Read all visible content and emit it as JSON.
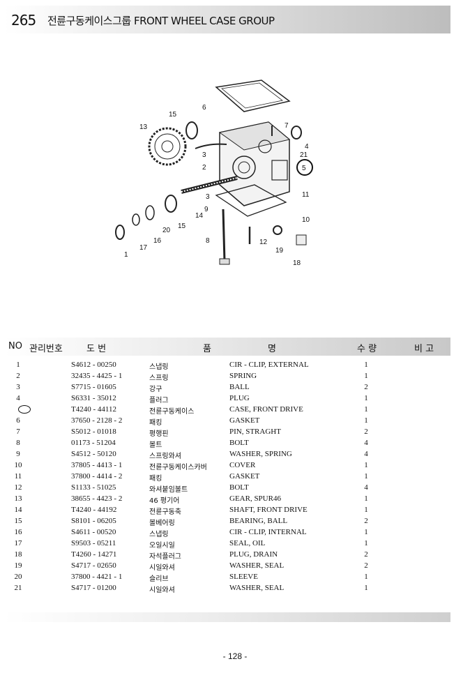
{
  "header": {
    "page_number": "265",
    "title": "전륜구동케이스그룹  FRONT WHEEL CASE GROUP"
  },
  "diagram": {
    "callouts": [
      "1",
      "2",
      "3",
      "4",
      "5",
      "6",
      "7",
      "8",
      "9",
      "10",
      "11",
      "12",
      "13",
      "14",
      "15",
      "16",
      "17",
      "18",
      "19",
      "20",
      "21"
    ]
  },
  "table": {
    "headers": {
      "no": "NO",
      "mgmt": "관리번호",
      "drawing": "도    번",
      "name1": "품",
      "name2": "명",
      "qty": "수 량",
      "note": "비 고"
    },
    "rows": [
      {
        "no": "1",
        "code": "S4612 - 00250",
        "kr": "스냅링",
        "en": "CIR - CLIP, EXTERNAL",
        "qty": "1"
      },
      {
        "no": "2",
        "code": "32435 - 4425 - 1",
        "kr": "스프링",
        "en": "SPRING",
        "qty": "1"
      },
      {
        "no": "3",
        "code": "S7715 - 01605",
        "kr": "강구",
        "en": "BALL",
        "qty": "2"
      },
      {
        "no": "4",
        "code": "S6331 - 35012",
        "kr": "플러그",
        "en": "PLUG",
        "qty": "1"
      },
      {
        "no": "",
        "code": "T4240 - 44112",
        "kr": "전륜구동케이스",
        "en": "CASE, FRONT DRIVE",
        "qty": "1"
      },
      {
        "no": "6",
        "code": "37650 - 2128 - 2",
        "kr": "패킹",
        "en": "GASKET",
        "qty": "1"
      },
      {
        "no": "7",
        "code": "S5012 - 01018",
        "kr": "평행핀",
        "en": "PIN, STRAGHT",
        "qty": "2"
      },
      {
        "no": "8",
        "code": "01173 - 51204",
        "kr": "볼트",
        "en": "BOLT",
        "qty": "4"
      },
      {
        "no": "9",
        "code": "S4512 - 50120",
        "kr": "스프링와셔",
        "en": "WASHER, SPRING",
        "qty": "4"
      },
      {
        "no": "10",
        "code": "37805 - 4413 - 1",
        "kr": "전륜구동케이스카버",
        "en": "COVER",
        "qty": "1"
      },
      {
        "no": "11",
        "code": "37800 - 4414 - 2",
        "kr": "패킹",
        "en": "GASKET",
        "qty": "1"
      },
      {
        "no": "12",
        "code": "S1133 - 51025",
        "kr": "와셔붙임볼트",
        "en": "BOLT",
        "qty": "4"
      },
      {
        "no": "13",
        "code": "38655 - 4423 - 2",
        "kr": "46 평기어",
        "en": "GEAR, SPUR46",
        "qty": "1"
      },
      {
        "no": "14",
        "code": "T4240 - 44192",
        "kr": "전륜구동축",
        "en": "SHAFT, FRONT DRIVE",
        "qty": "1"
      },
      {
        "no": "15",
        "code": "S8101 - 06205",
        "kr": "볼베어링",
        "en": "BEARING, BALL",
        "qty": "2"
      },
      {
        "no": "16",
        "code": "S4611 - 00520",
        "kr": "스냅링",
        "en": "CIR - CLIP, INTERNAL",
        "qty": "1"
      },
      {
        "no": "17",
        "code": "S9503 - 05211",
        "kr": "오일시일",
        "en": "SEAL, OIL",
        "qty": "1"
      },
      {
        "no": "18",
        "code": "T4260 - 14271",
        "kr": "자석플러그",
        "en": "PLUG, DRAIN",
        "qty": "2"
      },
      {
        "no": "19",
        "code": "S4717 - 02650",
        "kr": "시일와셔",
        "en": "WASHER, SEAL",
        "qty": "2"
      },
      {
        "no": "20",
        "code": "37800 - 4421 - 1",
        "kr": "슬리브",
        "en": "SLEEVE",
        "qty": "1"
      },
      {
        "no": "21",
        "code": "S4717 - 01200",
        "kr": "시일와셔",
        "en": "WASHER, SEAL",
        "qty": "1"
      }
    ]
  },
  "footer": {
    "page": "- 128 -"
  }
}
